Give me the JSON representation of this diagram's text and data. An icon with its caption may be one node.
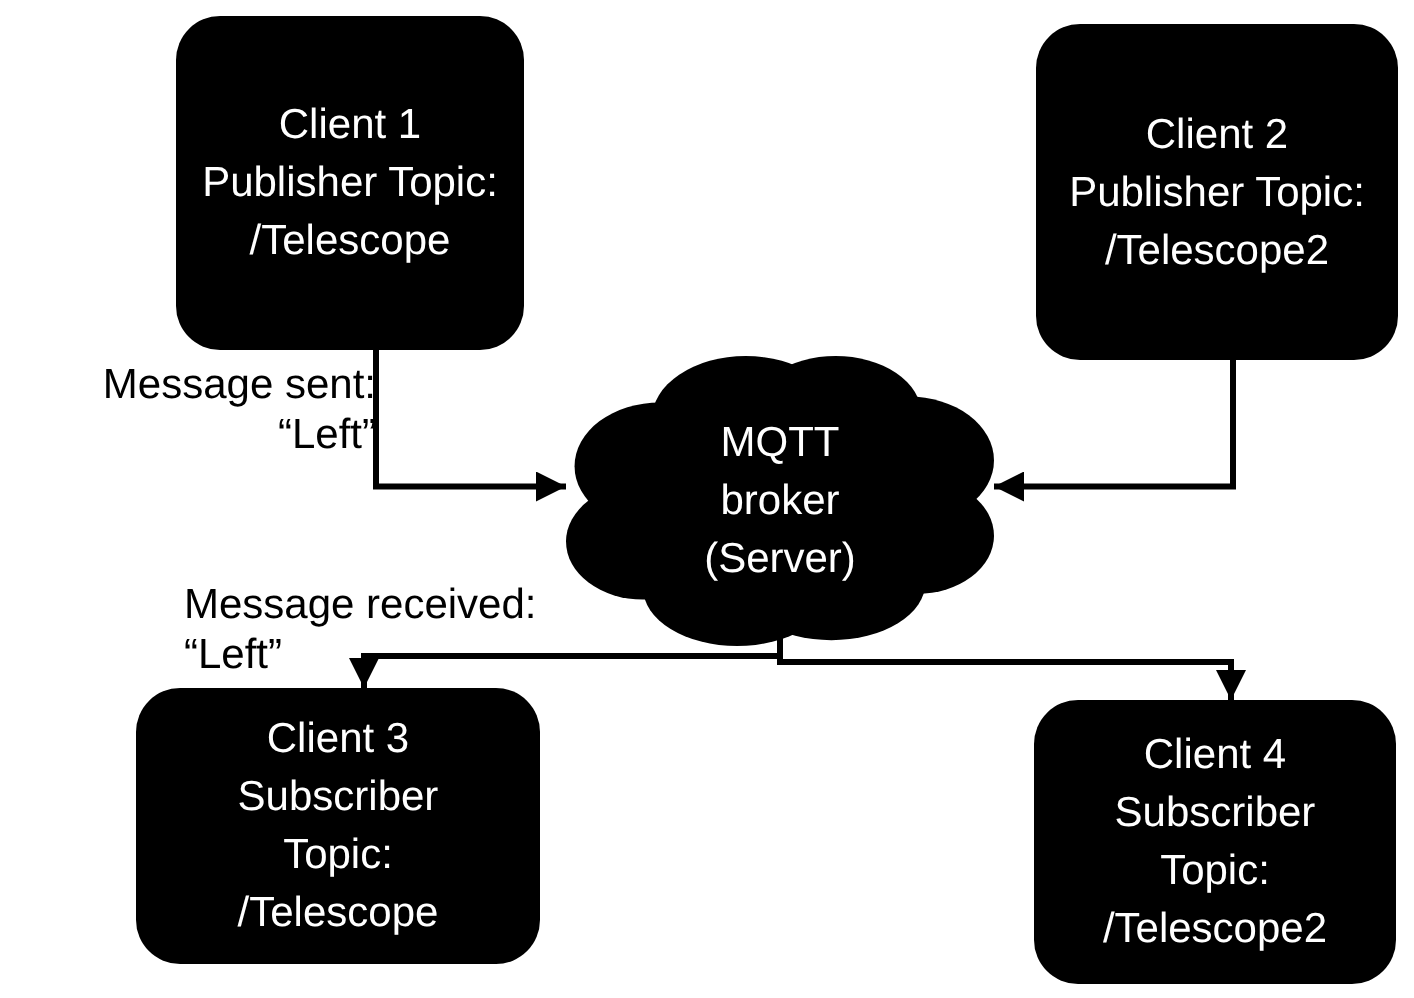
{
  "diagram": {
    "nodes": [
      {
        "text": [
          "Client 1 Publisher Topic: /Telescope"
        ]
      },
      {
        "text": [
          "Client 2 Publisher Topic: /Telescope2"
        ]
      },
      {
        "text": [
          "MQTT broker (Server)"
        ]
      },
      {
        "text": [
          "Client 3 Subscriber Topic: /Telescope"
        ]
      },
      {
        "text": [
          "Client 4 Subscriber Topic: /Telescope2"
        ]
      }
    ],
    "edges": [
      {
        "from": 0,
        "to": 2,
        "arrow": "to",
        "label": "Message sent: “Left”"
      },
      {
        "from": 1,
        "to": 2,
        "arrow": "to"
      },
      {
        "from": 2,
        "to": 3,
        "arrow": "to",
        "label": "Message received: “Left”"
      },
      {
        "from": 2,
        "to": 4,
        "arrow": "to"
      }
    ]
  }
}
